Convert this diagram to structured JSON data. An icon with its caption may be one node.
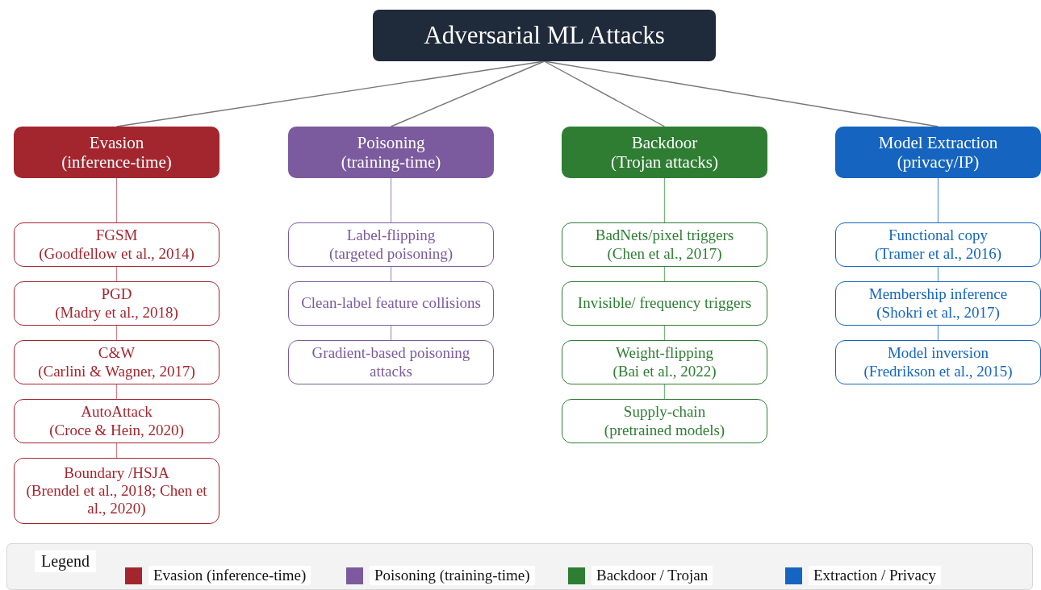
{
  "diagram": {
    "nodes": [
      {
        "text": [
          "Adversarial ML Attacks"
        ]
      },
      {
        "text": [
          "Evasion",
          "(inference-time)"
        ]
      },
      {
        "text": [
          "Poisoning",
          "(training-time)"
        ]
      },
      {
        "text": [
          "Backdoor",
          "(Trojan attacks)"
        ]
      },
      {
        "text": [
          "Model Extraction",
          "(privacy/IP)"
        ]
      },
      {
        "text": [
          "FGSM",
          "(Goodfellow et al., 2014)"
        ]
      },
      {
        "text": [
          "PGD",
          "(Madry et al., 2018)"
        ]
      },
      {
        "text": [
          "C&W",
          "(Carlini & Wagner, 2017)"
        ]
      },
      {
        "text": [
          "AutoAttack",
          "(Croce & Hein, 2020)"
        ]
      },
      {
        "text": [
          "Boundary /HSJA",
          "(Brendel et al., 2018; Chen et al., 2020)"
        ]
      },
      {
        "text": [
          "Label-flipping",
          "(targeted poisoning)"
        ]
      },
      {
        "text": [
          "Clean-label feature collisions"
        ]
      },
      {
        "text": [
          "Gradient-based poisoning attacks"
        ]
      },
      {
        "text": [
          "BadNets/pixel triggers",
          "(Chen et al., 2017)"
        ]
      },
      {
        "text": [
          "Invisible/ frequency triggers"
        ]
      },
      {
        "text": [
          "Weight-flipping",
          "(Bai et al., 2022)"
        ]
      },
      {
        "text": [
          "Supply-chain",
          "(pretrained models)"
        ]
      },
      {
        "text": [
          "Functional copy",
          "(Tramer et al., 2016)"
        ]
      },
      {
        "text": [
          "Membership inference",
          "(Shokri et al., 2017)"
        ]
      },
      {
        "text": [
          "Model inversion",
          "(Fredrikson et al., 2015)"
        ]
      }
    ],
    "edges": [
      {
        "from": 0,
        "to": 1,
        "arrow": "none",
        "color": "#777777"
      },
      {
        "from": 0,
        "to": 2,
        "arrow": "none",
        "color": "#777777"
      },
      {
        "from": 0,
        "to": 3,
        "arrow": "none",
        "color": "#777777"
      },
      {
        "from": 0,
        "to": 4,
        "arrow": "none",
        "color": "#777777"
      },
      {
        "from": 1,
        "to": 5,
        "arrow": "none",
        "color": "#c9868c"
      },
      {
        "from": 5,
        "to": 6,
        "arrow": "none",
        "color": "#c9868c"
      },
      {
        "from": 6,
        "to": 7,
        "arrow": "none",
        "color": "#c9868c"
      },
      {
        "from": 7,
        "to": 8,
        "arrow": "none",
        "color": "#c9868c"
      },
      {
        "from": 8,
        "to": 9,
        "arrow": "none",
        "color": "#c9868c"
      },
      {
        "from": 2,
        "to": 10,
        "arrow": "none",
        "color": "#b3a0cb"
      },
      {
        "from": 10,
        "to": 11,
        "arrow": "none",
        "color": "#b3a0cb"
      },
      {
        "from": 11,
        "to": 12,
        "arrow": "none",
        "color": "#b3a0cb"
      },
      {
        "from": 3,
        "to": 13,
        "arrow": "none",
        "color": "#7fb282"
      },
      {
        "from": 13,
        "to": 14,
        "arrow": "none",
        "color": "#7fb282"
      },
      {
        "from": 14,
        "to": 15,
        "arrow": "none",
        "color": "#7fb282"
      },
      {
        "from": 15,
        "to": 16,
        "arrow": "none",
        "color": "#7fb282"
      },
      {
        "from": 4,
        "to": 17,
        "arrow": "none",
        "color": "#6fa3dc"
      },
      {
        "from": 17,
        "to": 18,
        "arrow": "none",
        "color": "#6fa3dc"
      },
      {
        "from": 18,
        "to": 19,
        "arrow": "none",
        "color": "#6fa3dc"
      }
    ],
    "labels": [
      "Legend"
    ],
    "legend": [
      {
        "text": "Evasion (inference-time)",
        "color": "#a3262f"
      },
      {
        "text": "Poisoning (training-time)",
        "color": "#7b5a9e"
      },
      {
        "text": "Backdoor / Trojan",
        "color": "#2e7d32"
      },
      {
        "text": "Extraction / Privacy",
        "color": "#1565c0"
      }
    ]
  }
}
